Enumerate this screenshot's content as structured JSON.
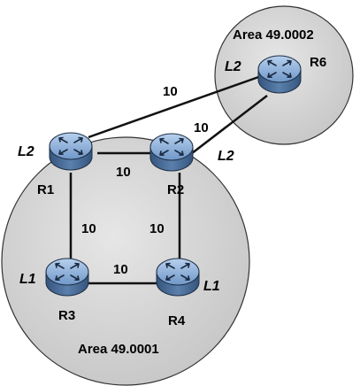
{
  "areas": [
    {
      "id": "area1",
      "label": "Area 49.0001"
    },
    {
      "id": "area2",
      "label": "Area 49.0002"
    }
  ],
  "routers": [
    {
      "id": "R1",
      "name": "R1",
      "level": "L2"
    },
    {
      "id": "R2",
      "name": "R2",
      "level": "L2"
    },
    {
      "id": "R3",
      "name": "R3",
      "level": "L1"
    },
    {
      "id": "R4",
      "name": "R4",
      "level": "L1"
    },
    {
      "id": "R6",
      "name": "R6",
      "level": "L2"
    }
  ],
  "links": [
    {
      "id": "r1-r6",
      "from": "R1",
      "to": "R6",
      "cost": "10"
    },
    {
      "id": "r2-r6",
      "from": "R2",
      "to": "R6",
      "cost": "10"
    },
    {
      "id": "r1-r2",
      "from": "R1",
      "to": "R2",
      "cost": "10"
    },
    {
      "id": "r1-r3",
      "from": "R1",
      "to": "R3",
      "cost": "10"
    },
    {
      "id": "r2-r4",
      "from": "R2",
      "to": "R4",
      "cost": "10"
    },
    {
      "id": "r3-r4",
      "from": "R3",
      "to": "R4",
      "cost": "10"
    }
  ],
  "colors": {
    "area_fill": "#d6d6d6",
    "area_stroke": "#333333",
    "router_top": "#8fb3dc",
    "router_side": "#4a6e99",
    "link": "#111111"
  }
}
